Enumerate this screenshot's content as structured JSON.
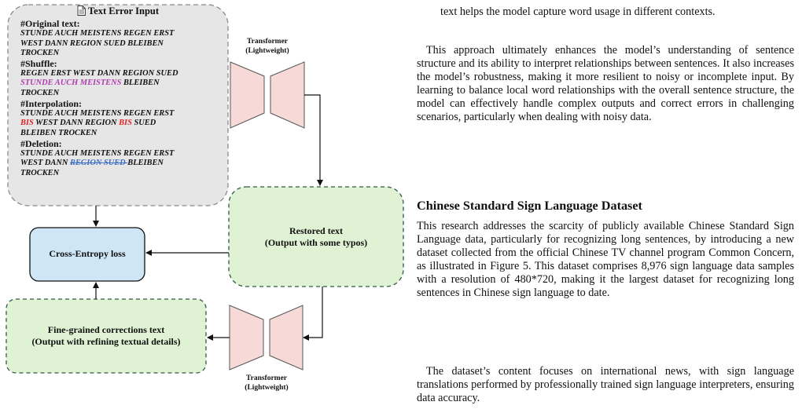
{
  "figure": {
    "input_box": {
      "title": "Text Error Input",
      "sections": [
        {
          "heading": "#Original text:",
          "lines": [
            "STUNDE AUCH MEISTENS REGEN ERST",
            "WEST DANN REGION SUED BLEIBEN",
            "TROCKEN"
          ]
        },
        {
          "heading": "#Shuffle:",
          "line1": "REGEN ERST WEST DANN REGION SUED",
          "line2_highlight": "STUNDE AUCH MEISTENS",
          "line2_rest": " BLEIBEN",
          "line3": "TROCKEN"
        },
        {
          "heading": "#Interpolation:",
          "line1": "STUNDE AUCH MEISTENS REGEN ERST",
          "insert1": "BIS",
          "line2_mid": " WEST DANN REGION ",
          "insert2": "BIS",
          "line2_end": " SUED",
          "line3": "BLEIBEN TROCKEN"
        },
        {
          "heading": "#Deletion:",
          "line1": "STUNDE AUCH MEISTENS REGEN ERST",
          "line2_start": "WEST DANN ",
          "deleted": "REGION SUED ",
          "line2_end": "BLEIBEN",
          "line3": "TROCKEN"
        }
      ]
    },
    "transformer_top": {
      "line1": "Transformer",
      "line2": "(Lightweight)"
    },
    "transformer_bottom": {
      "line1": "Transformer",
      "line2": "(Lightweight)"
    },
    "restored": {
      "line1": "Restored text",
      "line2": "(Output with some typos)"
    },
    "loss": {
      "label": "Cross-Entropy loss"
    },
    "finegrained": {
      "line1": "Fine-grained corrections text",
      "line2": "(Output with refining textual details)"
    },
    "colors": {
      "input_fill": "#e6e6e6",
      "loss_fill": "#cfe6f7",
      "green_fill": "#dff2d4",
      "trans_fill": "#f7dad8"
    }
  },
  "paper": {
    "p_cont": "text helps the model capture word usage in different contexts.",
    "p1": "This approach ultimately enhances the model’s understanding of sentence structure and its ability to interpret relationships between sentences. It also increases the model’s robustness, making it more resilient to noisy or incomplete input. By learning to balance local word relationships with the overall sentence structure, the model can effectively handle complex outputs and correct errors in challenging scenarios, particularly when dealing with noisy data.",
    "heading": "Chinese Standard Sign Language Dataset",
    "p2": "This research addresses the scarcity of publicly available Chinese Standard Sign Language data, particularly for recognizing long sentences, by introducing a new dataset collected from the official Chinese TV channel program Common Concern, as illustrated in Figure 5. This dataset comprises 8,976 sign language data samples with a resolution of 480*720, making it the largest dataset for recognizing long sentences in Chinese sign language to date.",
    "p3": "The dataset’s content focuses on international news, with sign language translations performed by professionally trained sign language interpreters, ensuring data accuracy."
  }
}
